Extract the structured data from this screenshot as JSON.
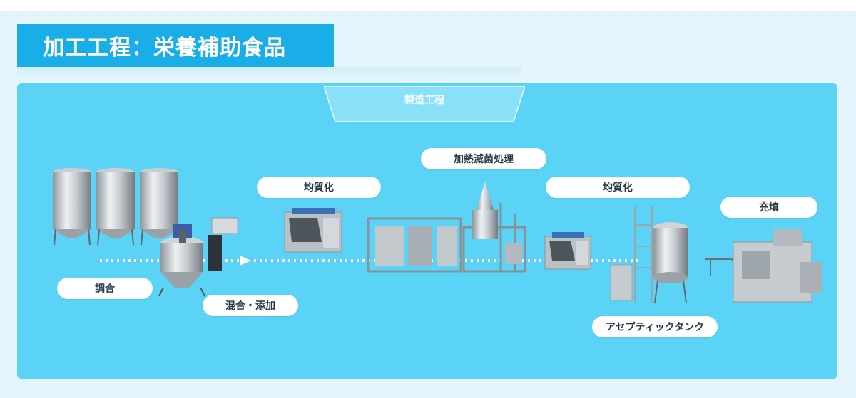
{
  "title": "加工工程：栄養補助食品",
  "stage_label": "製造工程",
  "labels": {
    "blending": "調合",
    "mixing": "混合・添加",
    "homogenize1": "均質化",
    "heat": "加熱滅菌処理",
    "homogenize2": "均質化",
    "aseptic": "アセプティックタンク",
    "filling": "充填"
  },
  "colors": {
    "title_bg": "#1aaee8",
    "panel_bg": "#5bd3f6",
    "outer_bg": "#e3f4fb",
    "pill_bg": "#ffffff",
    "pill_text": "#2a3b49"
  }
}
